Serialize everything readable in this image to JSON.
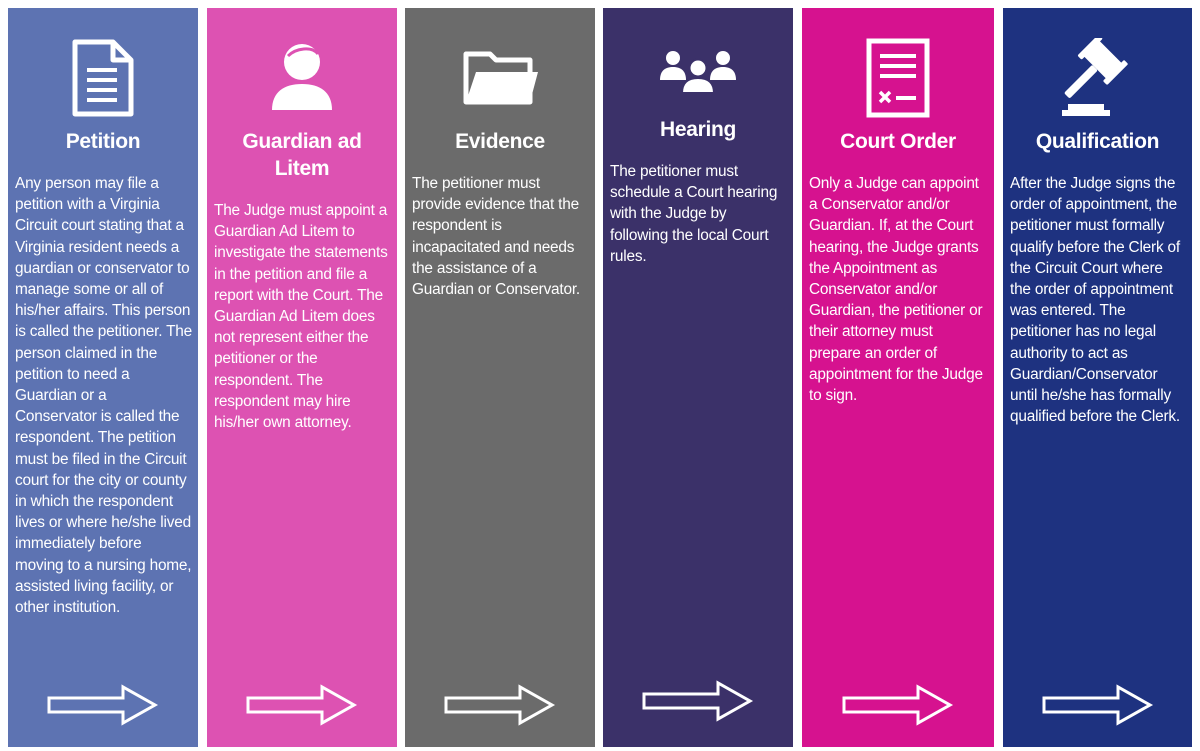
{
  "steps": [
    {
      "title": "Petition",
      "color": "#5d73b2",
      "icon": "document-icon",
      "text": "Any person may file a petition with a Virginia Circuit court stating that a Virginia resident needs a guardian or conservator to manage some or all of his/her affairs. This person is called the petitioner. The person claimed in the petition to need a Guardian or a Conservator is called the respondent. The petition must be filed in the Circuit court for the city or county in which the respondent lives or where he/she lived immediately before moving to a nursing home, assisted living facility, or other institution."
    },
    {
      "title": "Guardian ad Litem",
      "color": "#dd52b2",
      "icon": "person-icon",
      "text": "The Judge must appoint a Guardian Ad Litem to investigate the statements in the petition and file a report with the Court. The Guardian Ad Litem does not represent either the petitioner or the respondent. The respondent may hire his/her own attorney."
    },
    {
      "title": "Evidence",
      "color": "#6b6b6b",
      "icon": "folder-icon",
      "text": "The petitioner must provide evidence that the respondent is incapacitated and needs the assistance of a Guardian or Conservator."
    },
    {
      "title": "Hearing",
      "color": "#3b3169",
      "icon": "group-icon",
      "text": "The petitioner must schedule a Court hearing with the Judge by following the local Court rules."
    },
    {
      "title": "Court Order",
      "color": "#d6128f",
      "icon": "signed-order-icon",
      "text": "Only a Judge can appoint a Conservator and/or Guardian. If, at the Court hearing, the Judge grants the Appointment as Conservator and/or Guardian, the petitioner or their attorney must prepare an order of appointment for the Judge to sign."
    },
    {
      "title": "Qualification",
      "color": "#1e3280",
      "icon": "gavel-icon",
      "text": "After the Judge signs the order of appointment, the petitioner must formally qualify before the Clerk of the Circuit Court where the order of appointment was entered. The petitioner has no legal authority to act as Guardian/Conservator until he/she has formally qualified before the Clerk."
    }
  ]
}
